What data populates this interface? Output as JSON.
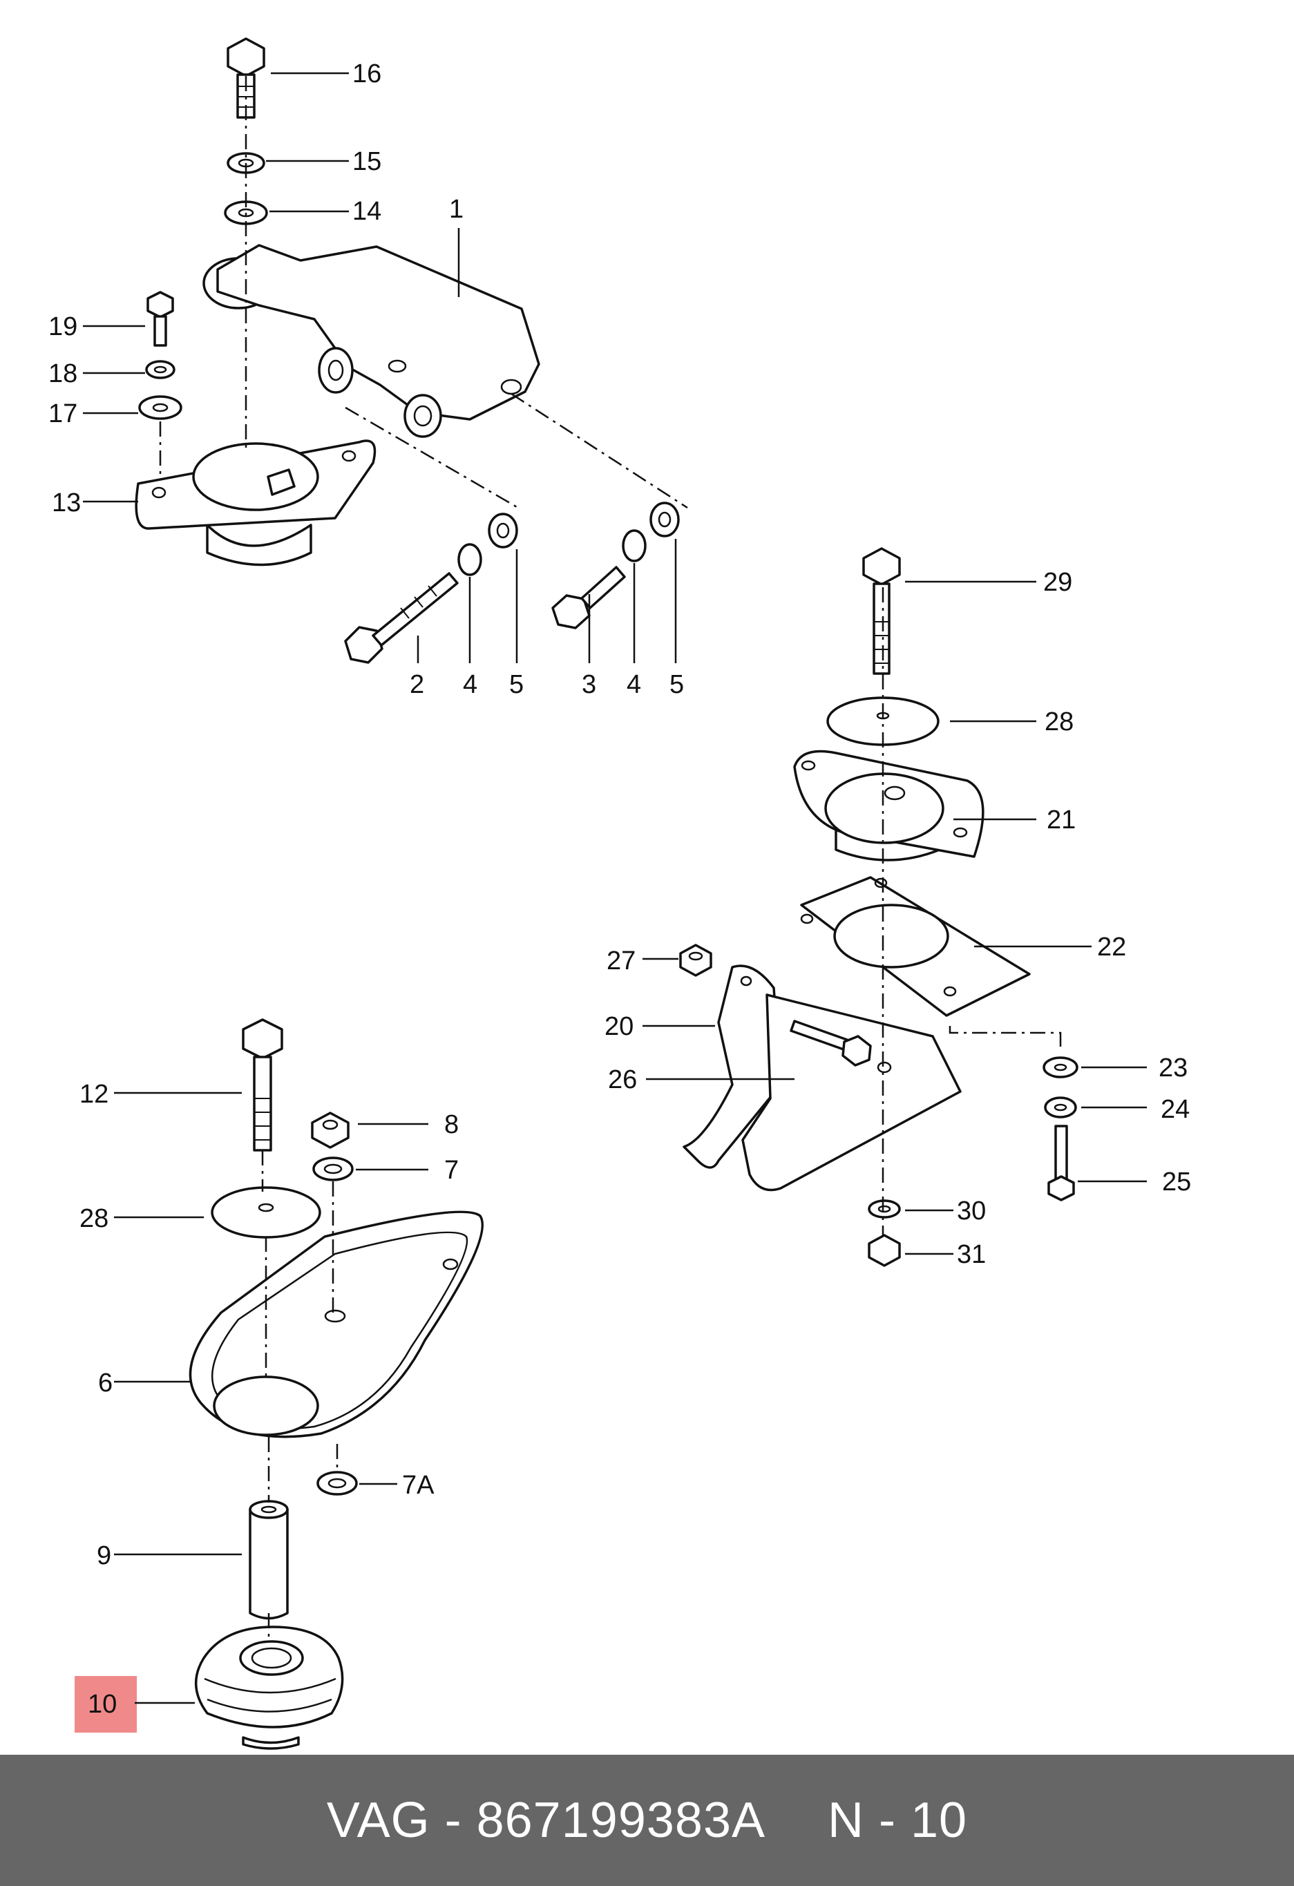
{
  "diagram": {
    "callouts": {
      "c1": "1",
      "c2": "2",
      "c3": "3",
      "c4a": "4",
      "c4b": "4",
      "c5a": "5",
      "c5b": "5",
      "c6": "6",
      "c7": "7",
      "c7a": "7A",
      "c8": "8",
      "c9": "9",
      "c10": "10",
      "c12": "12",
      "c13": "13",
      "c14": "14",
      "c15": "15",
      "c16": "16",
      "c17": "17",
      "c18": "18",
      "c19": "19",
      "c20": "20",
      "c21": "21",
      "c22": "22",
      "c23": "23",
      "c24": "24",
      "c25": "25",
      "c26": "26",
      "c27": "27",
      "c28a": "28",
      "c28b": "28",
      "c29": "29",
      "c30": "30",
      "c31": "31"
    },
    "highlighted_callout": "10",
    "highlight_color": "#f08a8a"
  },
  "footer": {
    "part_ref": "VAG - 867199383A",
    "position_ref": "N - 10",
    "background": "#666666"
  }
}
